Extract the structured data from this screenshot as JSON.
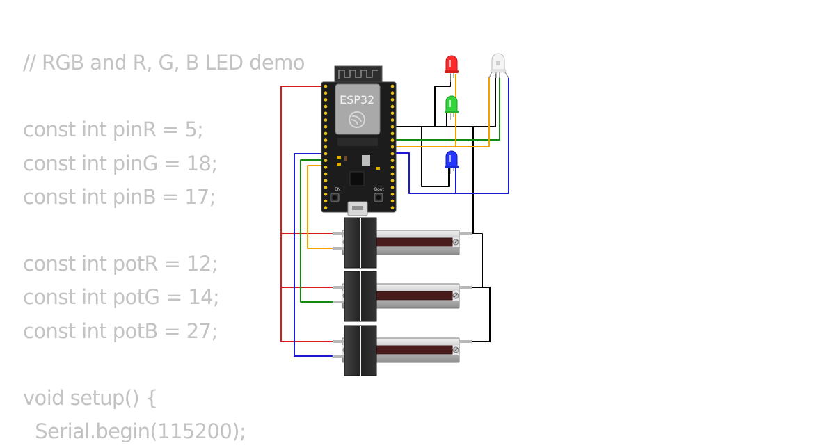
{
  "code_lines": [
    "// RGB and R, G, B LED demo",
    "",
    "const int pinR = 5;",
    "const int pinG = 18;",
    "const int pinB = 17;",
    "",
    "const int potR = 12;",
    "const int potG = 14;",
    "const int potB = 27;",
    "",
    "void setup() {",
    "  Serial.begin(115200);"
  ],
  "board": {
    "chip_label": "ESP32",
    "en_label": "EN",
    "boot_label": "Boot"
  },
  "colors": {
    "code_text": "#c3c3c3",
    "wire_red": "#d81b1b",
    "wire_blue": "#1a1ad0",
    "wire_green": "#128a12",
    "wire_orange": "#f5a100",
    "wire_black": "#000000",
    "board": "#1a1a1a",
    "led_red": "#ff2222",
    "led_green": "#2ecc40",
    "led_blue": "#2233ff",
    "led_rgb": "#f2f2f2"
  }
}
